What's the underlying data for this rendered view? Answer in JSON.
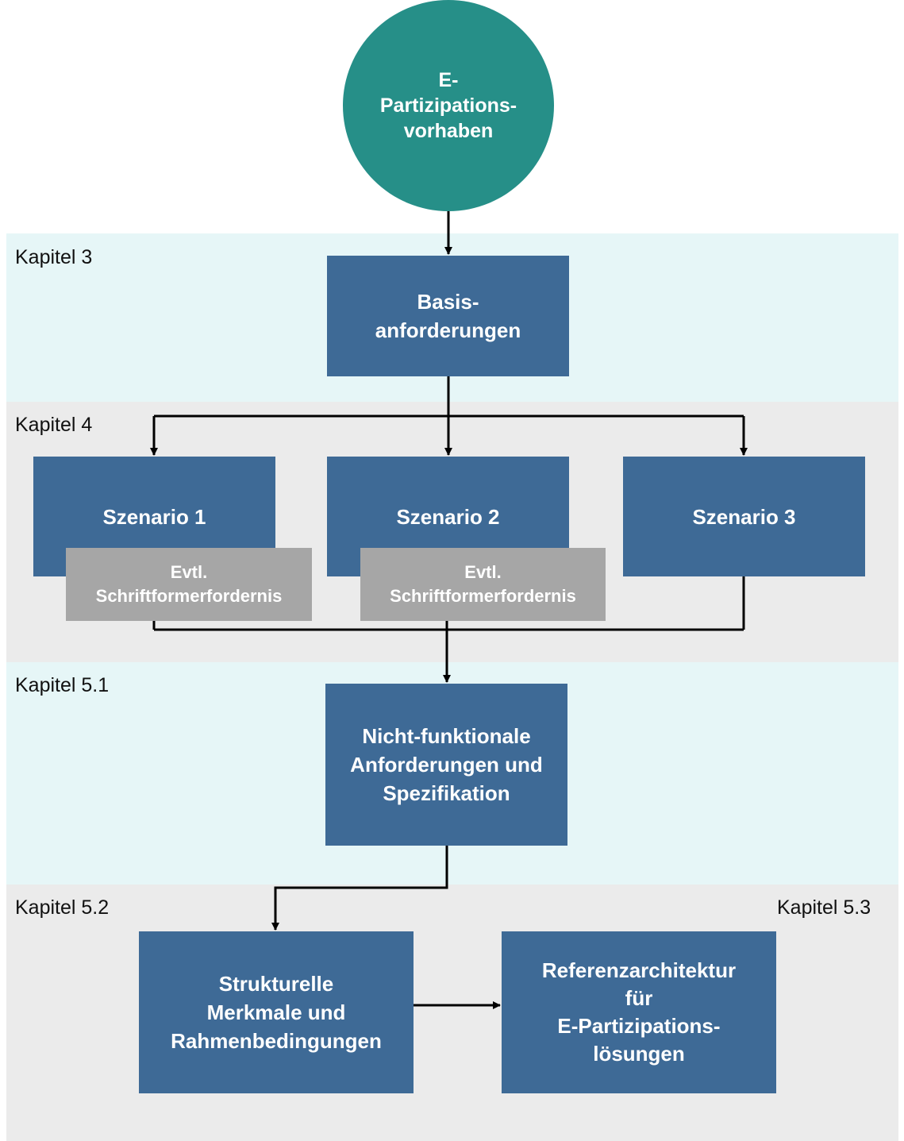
{
  "bands": {
    "kapitel3": "Kapitel 3",
    "kapitel4": "Kapitel 4",
    "kapitel51": "Kapitel 5.1",
    "kapitel52": "Kapitel 5.2",
    "kapitel53": "Kapitel 5.3"
  },
  "start": {
    "lines": [
      "E-",
      "Partizipations-",
      "vorhaben"
    ]
  },
  "basis": {
    "lines": [
      "Basis-",
      "anforderungen"
    ]
  },
  "scenarios": [
    {
      "label": "Szenario 1"
    },
    {
      "label": "Szenario 2"
    },
    {
      "label": "Szenario 3"
    }
  ],
  "notes": [
    {
      "lines": [
        "Evtl.",
        "Schriftformerfordernis"
      ]
    },
    {
      "lines": [
        "Evtl.",
        "Schriftformerfordernis"
      ]
    }
  ],
  "nonfunctional": {
    "lines": [
      "Nicht-funktionale",
      "Anforderungen und",
      "Spezifikation"
    ]
  },
  "structural": {
    "lines": [
      "Strukturelle",
      "Merkmale und",
      "Rahmenbedingungen"
    ]
  },
  "reference": {
    "lines": [
      "Referenzarchitektur",
      "für",
      "E-Partizipations-",
      "lösungen"
    ]
  },
  "colors": {
    "circle": "#268f88",
    "box": "#3e6a96",
    "note": "#a6a6a6",
    "band_light": "#e6f6f7",
    "band_grey": "#ebebeb",
    "connector": "#000000"
  }
}
